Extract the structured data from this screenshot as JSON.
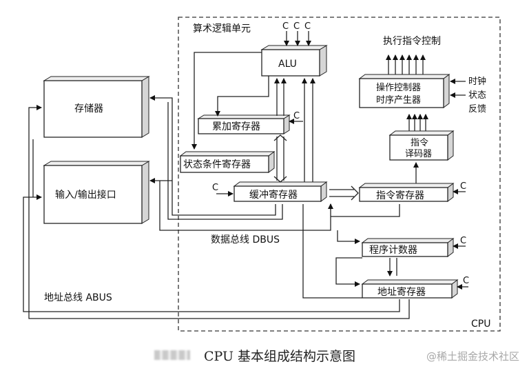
{
  "diagram": {
    "alu_unit_label": "算术逻辑单元",
    "control_label": "执行指令控制",
    "cpu_label": "CPU",
    "dbus_label": "数据总线 DBUS",
    "abus_label": "地址总线 ABUS",
    "alu_c_labels": [
      "C",
      "C",
      "C"
    ],
    "boxes": {
      "memory": "存储器",
      "io": "输入/输出接口",
      "alu": "ALU",
      "accumulator": "累加寄存器",
      "status": "状态条件寄存器",
      "buffer": "缓冲寄存器",
      "control_line1": "操作控制器",
      "control_line2": "时序产生器",
      "decoder_line1": "指令",
      "decoder_line2": "译码器",
      "instruction_reg": "指令寄存器",
      "pc": "程序计数器",
      "address_reg": "地址寄存器"
    },
    "side_labels": {
      "clock": "时钟",
      "state": "状态",
      "feedback": "反馈"
    },
    "clock_c": "C"
  },
  "caption": "CPU 基本组成结构示意图",
  "watermark": "@稀土掘金技术社区"
}
